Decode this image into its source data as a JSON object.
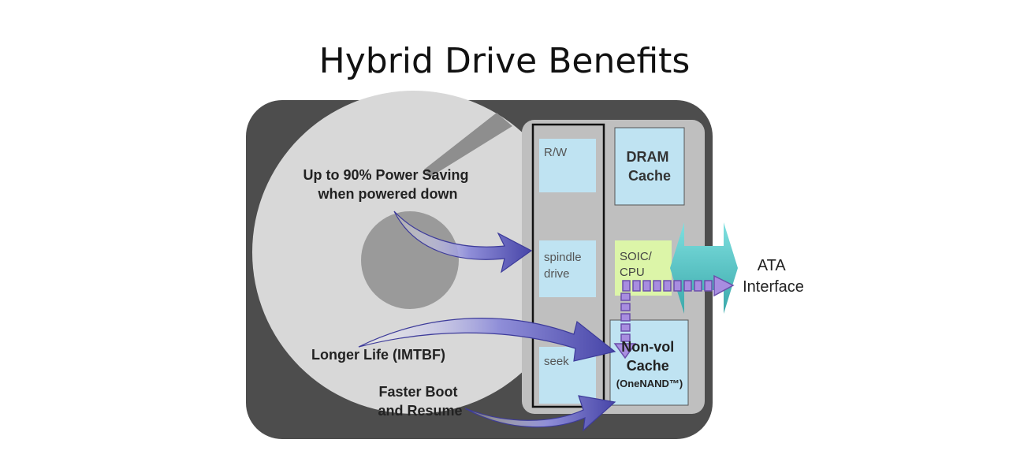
{
  "title": "Hybrid Drive Benefits",
  "benefits": {
    "power": [
      "Up to 90% Power Saving",
      "when powered down"
    ],
    "life": "Longer Life (IMTBF)",
    "boot": [
      "Faster Boot",
      "and Resume"
    ]
  },
  "components": {
    "rw": "R/W",
    "spindle": [
      "spindle",
      "drive"
    ],
    "seek": "seek",
    "dram": [
      "DRAM",
      "Cache"
    ],
    "soic": [
      "SOIC/",
      "CPU"
    ],
    "nonvol": [
      "Non-vol",
      "Cache",
      "(OneNAND™)"
    ]
  },
  "interface": [
    "ATA",
    "Interface"
  ],
  "colors": {
    "drive_body": "#4d4d4d",
    "platter": "#d8d8d8",
    "hub": "#9a9a9a",
    "board": "#bfbfbf",
    "component_fill": "#bfe3f2",
    "cpu_fill": "#dcf5a8",
    "ata_arrow": "#5cc6c6",
    "benefit_arrow": "#5a58b8"
  }
}
